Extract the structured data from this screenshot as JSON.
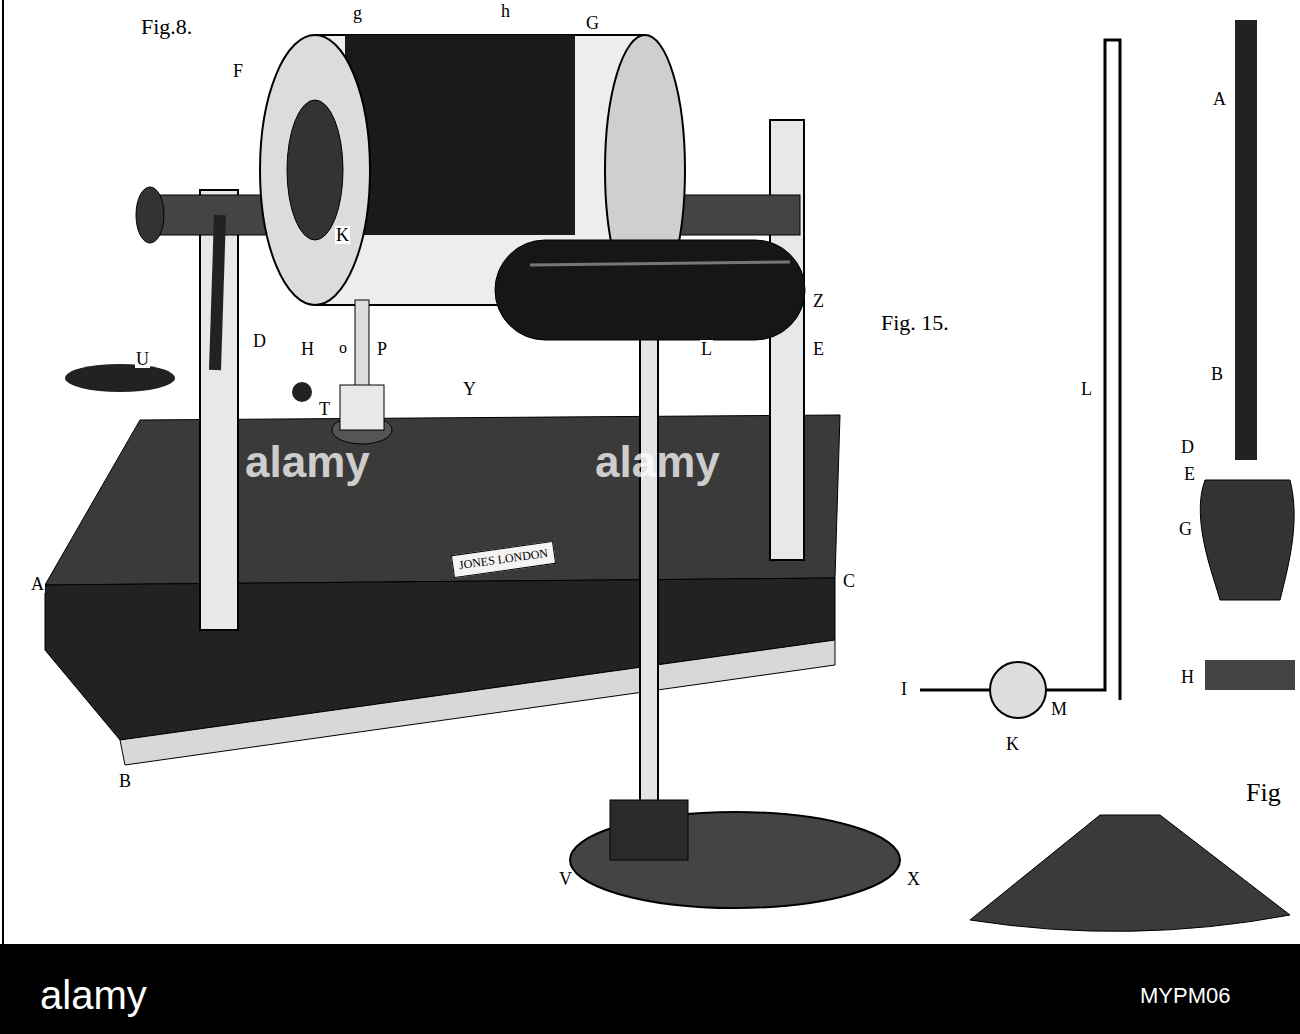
{
  "diagram": {
    "nodes": [
      {
        "text": [
          "JONES LONDON"
        ]
      }
    ],
    "labels": [
      "Fig.8.",
      "g",
      "h",
      "G",
      "F",
      "K",
      "D",
      "U",
      "H",
      "o",
      "P",
      "T",
      "Y",
      "L",
      "Z",
      "E",
      "A",
      "C",
      "B",
      "V",
      "X",
      "Fig. 15.",
      "L",
      "I",
      "K",
      "M",
      "A",
      "B",
      "D",
      "E",
      "G",
      "H",
      "Fig",
      "alamy",
      "alamy",
      "alamy",
      "MYPM06"
    ]
  }
}
